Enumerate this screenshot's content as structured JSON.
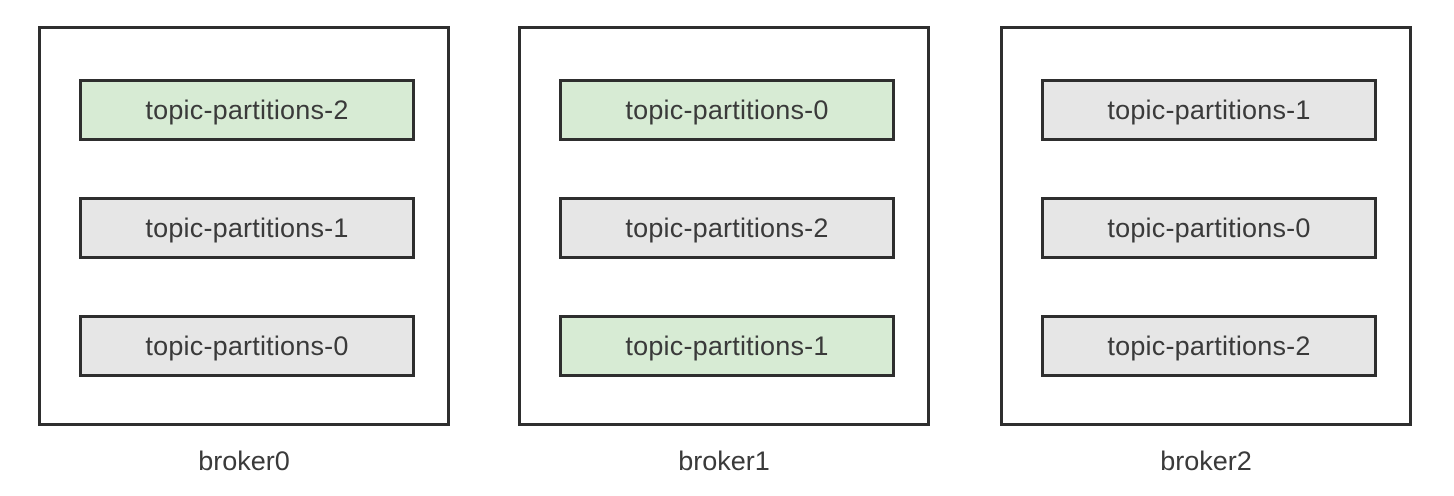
{
  "colors": {
    "leader_fill": "#d7ebd4",
    "follower_fill": "#e6e6e6",
    "border": "#2e2e2e",
    "text": "#3a3a3a"
  },
  "brokers": [
    {
      "label": "broker0",
      "partitions": [
        {
          "name": "topic-partitions-2",
          "role": "leader"
        },
        {
          "name": "topic-partitions-1",
          "role": "follower"
        },
        {
          "name": "topic-partitions-0",
          "role": "follower"
        }
      ]
    },
    {
      "label": "broker1",
      "partitions": [
        {
          "name": "topic-partitions-0",
          "role": "leader"
        },
        {
          "name": "topic-partitions-2",
          "role": "follower"
        },
        {
          "name": "topic-partitions-1",
          "role": "leader"
        }
      ]
    },
    {
      "label": "broker2",
      "partitions": [
        {
          "name": "topic-partitions-1",
          "role": "follower"
        },
        {
          "name": "topic-partitions-0",
          "role": "follower"
        },
        {
          "name": "topic-partitions-2",
          "role": "follower"
        }
      ]
    }
  ]
}
